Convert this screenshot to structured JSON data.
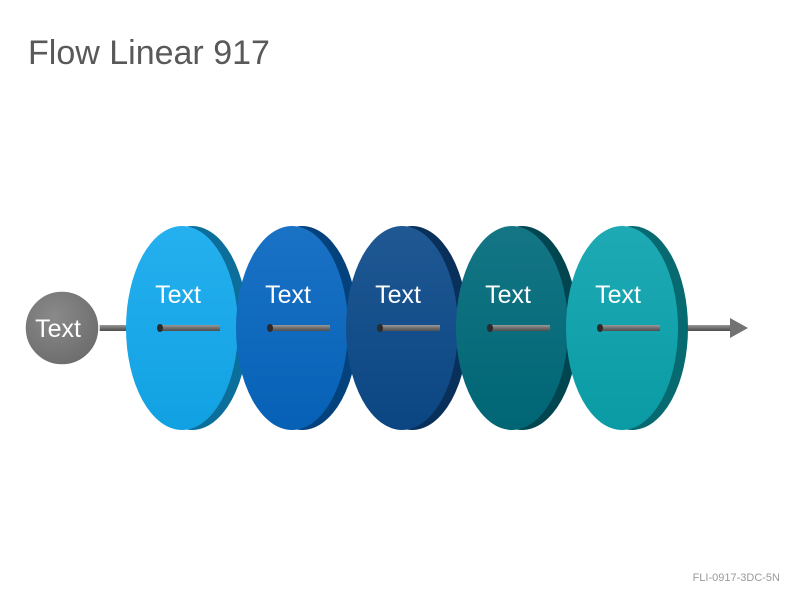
{
  "title": "Flow Linear 917",
  "code": "FLI-0917-3DC-5N",
  "start": {
    "label": "Text",
    "color": "#7a7a7a"
  },
  "discs": [
    {
      "label": "Text",
      "color": "#12a9ee"
    },
    {
      "label": "Text",
      "color": "#0666c0"
    },
    {
      "label": "Text",
      "color": "#0c4a8a"
    },
    {
      "label": "Text",
      "color": "#006a7a"
    },
    {
      "label": "Text",
      "color": "#0aa3ae"
    }
  ],
  "arrow_color": "#7a7a7a"
}
